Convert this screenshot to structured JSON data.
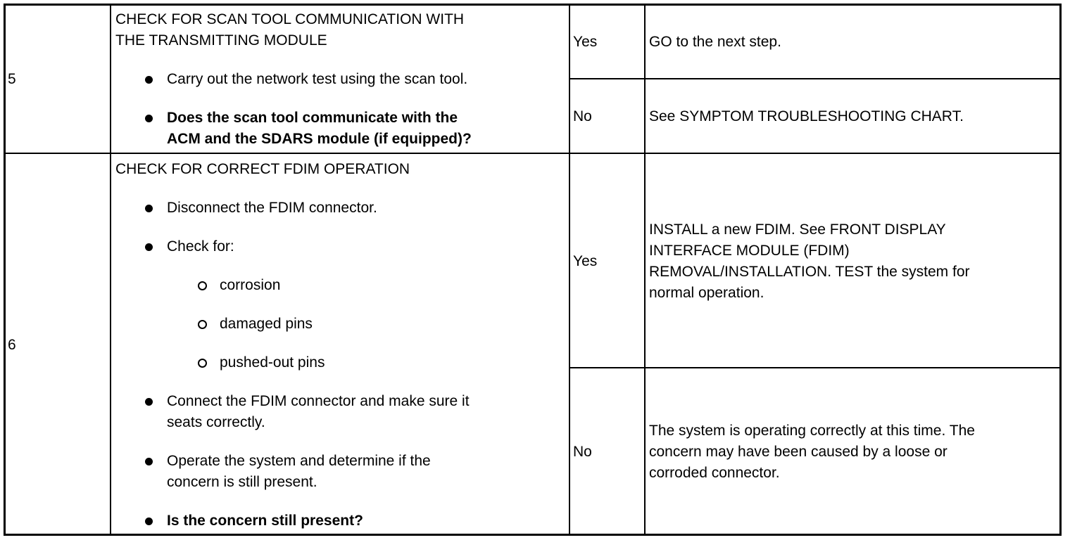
{
  "steps": [
    {
      "number": "5",
      "title": [
        "CHECK FOR SCAN TOOL COMMUNICATION WITH",
        "THE TRANSMITTING MODULE"
      ],
      "actions": [
        "Carry out the network test using the scan tool."
      ],
      "question": [
        "Does the scan tool communicate with the",
        "ACM and the SDARS module (if equipped)?"
      ],
      "yes_label": "Yes",
      "yes_result": [
        "GO to the next step."
      ],
      "no_label": "No",
      "no_result": [
        "See SYMPTOM TROUBLESHOOTING CHART."
      ]
    },
    {
      "number": "6",
      "title": [
        "CHECK FOR CORRECT FDIM OPERATION"
      ],
      "actions": [
        "Disconnect the FDIM connector.",
        "Check for:"
      ],
      "check_items": [
        "corrosion",
        "damaged pins",
        "pushed-out pins"
      ],
      "actions_after": [
        [
          "Connect the FDIM connector and make sure it",
          "seats correctly."
        ],
        [
          "Operate the system and determine if the",
          "concern is still present."
        ]
      ],
      "question": [
        "Is the concern still present?"
      ],
      "yes_label": "Yes",
      "yes_result": [
        "INSTALL a new FDIM. See FRONT DISPLAY",
        "INTERFACE MODULE (FDIM)",
        "REMOVAL/INSTALLATION. TEST the system for",
        "normal operation."
      ],
      "no_label": "No",
      "no_result": [
        "The system is operating correctly at this time. The",
        "concern may have been caused by a loose or",
        "corroded connector."
      ]
    }
  ]
}
